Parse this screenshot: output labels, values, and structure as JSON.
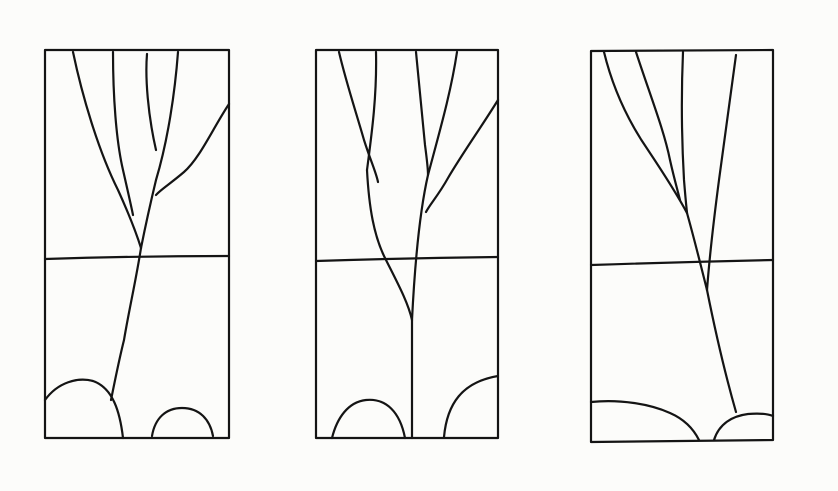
{
  "figure": {
    "panel_count": 3,
    "ink_color": "#141414",
    "paper_color": "#fcfcfa",
    "panels": [
      {
        "id": "panel-1",
        "branch_lines": 6,
        "ground_mounds": 2
      },
      {
        "id": "panel-2",
        "branch_lines": 6,
        "ground_mounds": 2
      },
      {
        "id": "panel-3",
        "branch_lines": 4,
        "ground_mounds": 2
      }
    ]
  }
}
